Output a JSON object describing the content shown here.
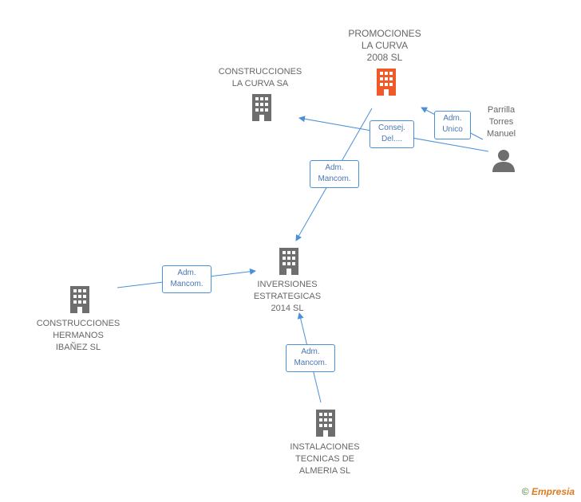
{
  "nodes": {
    "promociones": {
      "lines": [
        "PROMOCIONES",
        "LA CURVA",
        "2008 SL"
      ],
      "icon": "building-icon",
      "color": "#f05a28"
    },
    "construcciones_curva": {
      "lines": [
        "CONSTRUCCIONES",
        "LA CURVA SA"
      ],
      "icon": "building-icon",
      "color": "#6e6e6e"
    },
    "parrilla": {
      "lines": [
        "Parrilla",
        "Torres",
        "Manuel"
      ],
      "icon": "person-icon",
      "color": "#6e6e6e"
    },
    "inversiones": {
      "lines": [
        "INVERSIONES",
        "ESTRATEGICAS",
        "2014  SL"
      ],
      "icon": "building-icon",
      "color": "#6e6e6e"
    },
    "hermanos": {
      "lines": [
        "CONSTRUCCIONES",
        "HERMANOS",
        "IBAÑEZ  SL"
      ],
      "icon": "building-icon",
      "color": "#6e6e6e"
    },
    "instalaciones": {
      "lines": [
        "INSTALACIONES",
        "TECNICAS DE",
        "ALMERIA SL"
      ],
      "icon": "building-icon",
      "color": "#6e6e6e"
    }
  },
  "edges": {
    "parrilla_promociones": [
      "Adm.",
      "Unico"
    ],
    "parrilla_curva": [
      "Consej.",
      "Del...."
    ],
    "promociones_inversiones": [
      "Adm.",
      "Mancom."
    ],
    "hermanos_inversiones": [
      "Adm.",
      "Mancom."
    ],
    "instalaciones_inversiones": [
      "Adm.",
      "Mancom."
    ]
  },
  "colors": {
    "edge": "#4a90d9"
  },
  "footer": {
    "copyright": "©",
    "brand": "Empresia"
  }
}
